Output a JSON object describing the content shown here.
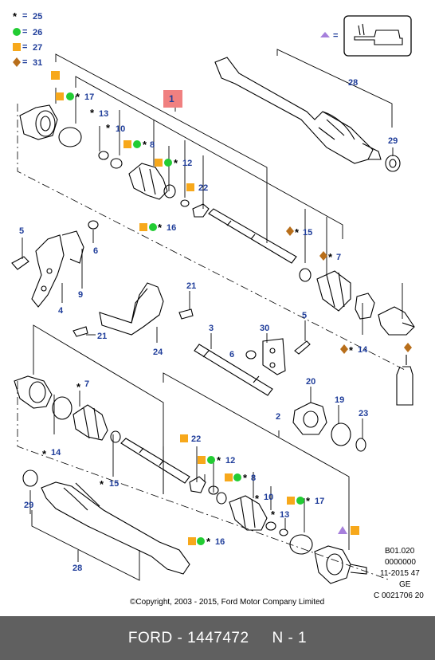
{
  "legend": {
    "star_value": "25",
    "green_value": "26",
    "orange_value": "27",
    "diamond_value": "31",
    "equals": "="
  },
  "inset_equals": "=",
  "colors": {
    "orange": "#f7a81b",
    "green": "#22cc33",
    "purple": "#a67fdc",
    "brown": "#b86e1a",
    "callout_red": "#f08080",
    "number_blue": "#1f3d9a",
    "footer_bg": "#606060"
  },
  "callouts": {
    "c1": "1",
    "c28a": "28",
    "c29a": "29",
    "c17a": "17",
    "c13a": "13",
    "c10a": "10",
    "c8a": "8",
    "c12a": "12",
    "c22a": "22",
    "c16a": "16",
    "c5a": "5",
    "c6": "6",
    "c9": "9",
    "c4": "4",
    "c21a": "21",
    "c21b": "21",
    "c24": "24",
    "c15a": "15",
    "c7a": "7",
    "c14a": "14",
    "c3": "3",
    "c30": "30",
    "c5b": "5",
    "c6b": "6",
    "c20": "20",
    "c19": "19",
    "c23": "23",
    "c2": "2",
    "c7b": "7",
    "c14b": "14",
    "c15b": "15",
    "c22b": "22",
    "c12b": "12",
    "c8b": "8",
    "c10b": "10",
    "c17b": "17",
    "c13b": "13",
    "c16b": "16",
    "c29b": "29",
    "c28b": "28"
  },
  "meta": {
    "line1": "B01.020",
    "line2": "0000000",
    "line3": "11-2015 47",
    "line4": "GE",
    "line5": "C 0021706 20"
  },
  "copyright": "©Copyright, 2003 - 2015, Ford Motor Company Limited",
  "footer": {
    "brand": "FORD",
    "separator": " - ",
    "part_number": "1447472",
    "gap": "     ",
    "qty": "N - 1"
  }
}
